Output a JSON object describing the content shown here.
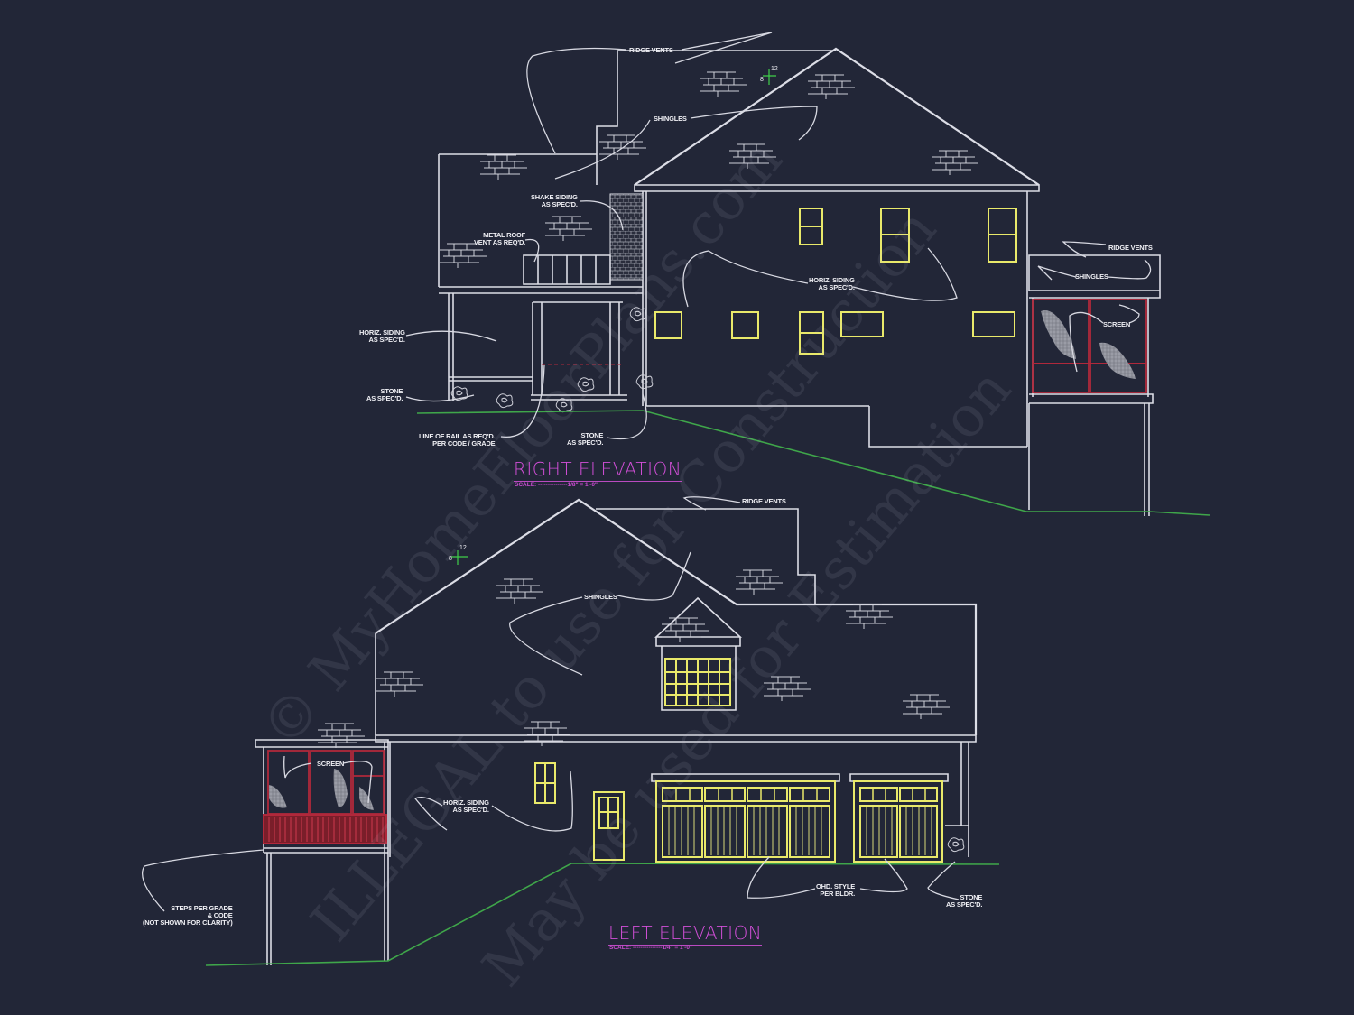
{
  "drawing": {
    "background_color": "#222637",
    "colors": {
      "linework": "#dcdde6",
      "windows": "#f1f07a",
      "screen_porch": "#b0283b",
      "grade_line": "#3fa64a",
      "titles": "#d24fd8",
      "pitch_symbol": "#3fd04a"
    }
  },
  "right_elevation": {
    "title": "RIGHT ELEVATION",
    "scale": "SCALE: ---------------1/8\" = 1'-0\"",
    "pitch": {
      "rise": "8",
      "run": "12"
    },
    "notes": {
      "ridge_vents_main": "RIDGE VENTS",
      "shingles_main": "SHINGLES",
      "shake_siding": "SHAKE SIDING\nAS SPEC'D.",
      "metal_roof": "METAL ROOF\nVENT AS REQ'D.",
      "horiz_siding_left": "HORIZ. SIDING\nAS SPEC'D.",
      "stone_left": "STONE\nAS SPEC'D.",
      "line_of_rail": "LINE OF RAIL AS REQ'D.\nPER CODE / GRADE",
      "stone_right": "STONE\nAS SPEC'D.",
      "horiz_siding_main": "HORIZ. SIDING\nAS SPEC'D.",
      "ridge_vents_porch": "RIDGE VENTS",
      "shingles_porch": "SHINGLES",
      "screen": "SCREEN"
    }
  },
  "left_elevation": {
    "title": "LEFT ELEVATION",
    "scale": "SCALE: ---------------1/4\" = 1'-0\"",
    "pitch": {
      "rise": "8",
      "run": "12"
    },
    "notes": {
      "ridge_vents": "RIDGE VENTS",
      "shingles": "SHINGLES",
      "screen": "SCREEN",
      "horiz_siding": "HORIZ. SIDING\nAS SPEC'D.",
      "steps": "STEPS PER GRADE\n& CODE\n(NOT SHOWN FOR CLARITY)",
      "ohd_style": "OHD. STYLE\nPER BLDR.",
      "stone": "STONE\nAS SPEC'D."
    }
  },
  "watermarks": [
    "© MyHomeFloorPlans.com",
    "ILLEGAL to use for Construction",
    "May be used for Estimation"
  ]
}
